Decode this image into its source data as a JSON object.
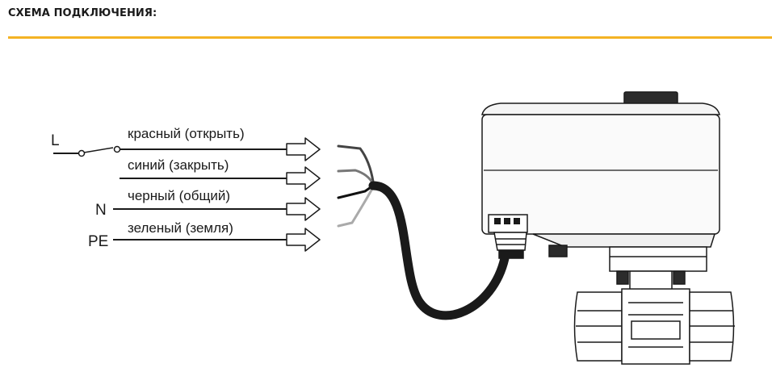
{
  "header": {
    "title": "СХЕМА ПОДКЛЮЧЕНИЯ:"
  },
  "colors": {
    "accent": "#f4b324",
    "wire_red": "#444444",
    "wire_blue": "#777777",
    "wire_black": "#111111",
    "wire_green": "#aaaaaa"
  },
  "terminals": {
    "L": "L",
    "N": "N",
    "PE": "PE"
  },
  "wires": [
    {
      "label": "красный (открыть)"
    },
    {
      "label": "синий (закрыть)"
    },
    {
      "label": "черный (общий)"
    },
    {
      "label": "зеленый (земля)"
    }
  ]
}
